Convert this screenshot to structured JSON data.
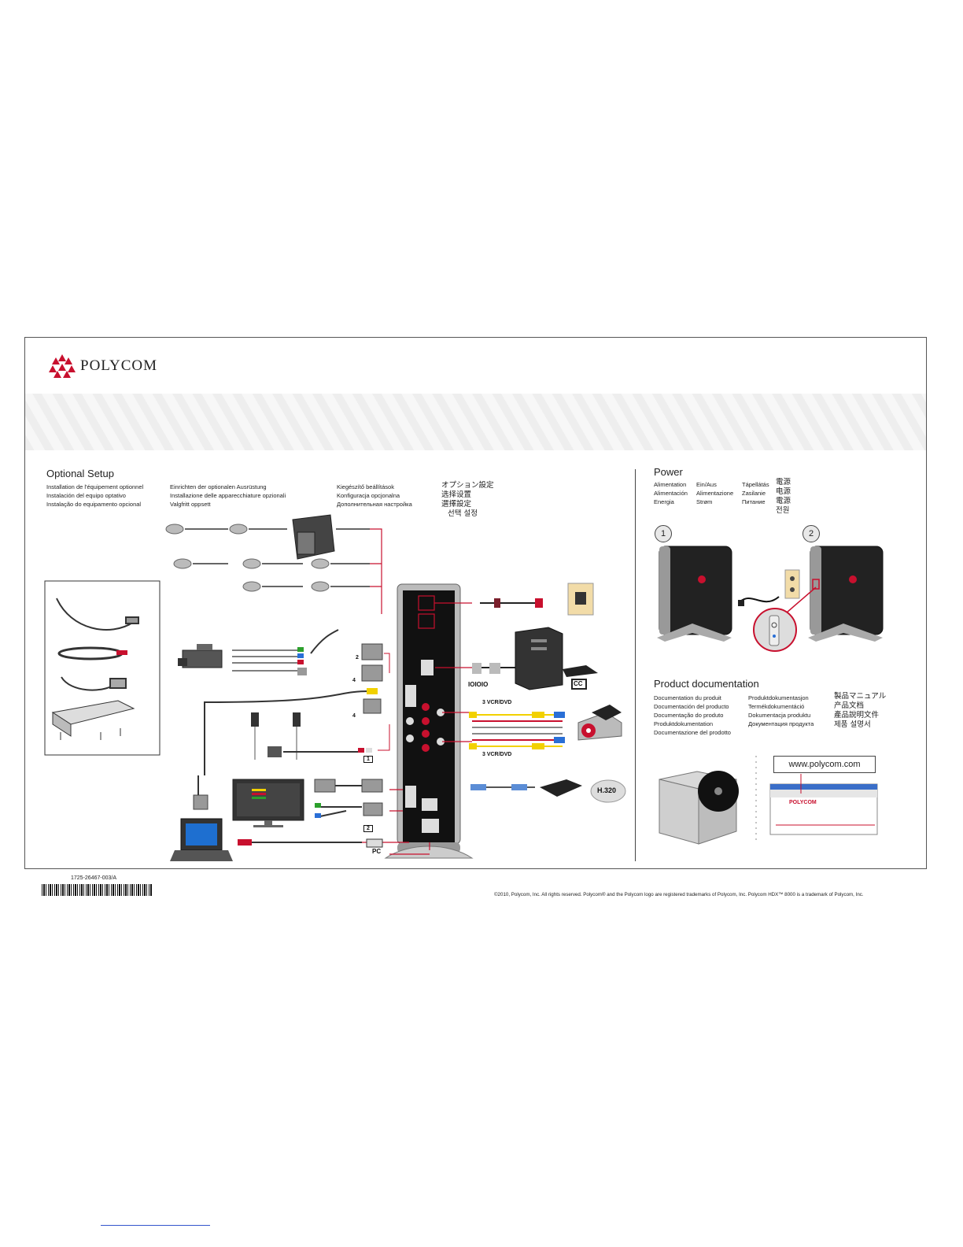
{
  "brand": {
    "name": "POLYCOM"
  },
  "optional_setup": {
    "title": "Optional Setup",
    "col1": [
      "Installation de l'équipement optionnel",
      "Instalación del equipo optativo",
      "Instalação do equipamento opcional"
    ],
    "col2": [
      "Einrichten der optionalen Ausrüstung",
      "Installazione delle apparecchiature opzionali",
      "Valgfritt oppsett"
    ],
    "col3": [
      "Kiegészítő beállítások",
      "Konfiguracja opcjonalna",
      "Дополнительная настройка"
    ],
    "col4": [
      "オプション設定",
      "选择设置",
      "選擇設定",
      "선택 설정"
    ]
  },
  "power": {
    "title": "Power",
    "col1": [
      "Alimentation",
      "Alimentación",
      "Energia"
    ],
    "col2": [
      "Ein/Aus",
      "Alimentazione",
      "Strøm"
    ],
    "col3": [
      "Tápellátás",
      "Zasilanie",
      "Питание"
    ],
    "col4": [
      "電源",
      "电源",
      "電源",
      "전원"
    ],
    "steps": [
      "1",
      "2"
    ]
  },
  "product_documentation": {
    "title": "Product documentation",
    "col1": [
      "Documentation du produit",
      "Documentación del producto",
      "Documentação do produto",
      "Produktdokumentation",
      "Documentazione del prodotto"
    ],
    "col2": [
      "Produktdokumentasjon",
      "Termékdokumentáció",
      "Dokumentacja produktu",
      "Документация продукта"
    ],
    "col3": [
      "製品マニュアル",
      "产品文档",
      "產品說明文件",
      "제품 설명서"
    ],
    "url": "www.polycom.com",
    "browser_brand": "POLYCOM"
  },
  "diagram_labels": {
    "vcr1": "3 VCR/DVD",
    "vcr2": "3 VCR/DVD",
    "serial": "IOIOIO",
    "cc": "CC",
    "h320": "H.320",
    "pc": "PC",
    "num2a": "2",
    "num4a": "4",
    "num4b": "4",
    "box1": "1",
    "box2": "2"
  },
  "footer": {
    "part_number": "1725-26467-003/A",
    "copyright": "©2010, Polycom, Inc. All rights reserved. Polycom® and the Polycom logo are registered trademarks of Polycom, Inc. Polycom HDX™ 8000 is a trademark of Polycom, Inc."
  },
  "colors": {
    "accent_red": "#c8102e",
    "cable_yellow": "#f2d100",
    "cable_blue": "#2a6fd6"
  }
}
